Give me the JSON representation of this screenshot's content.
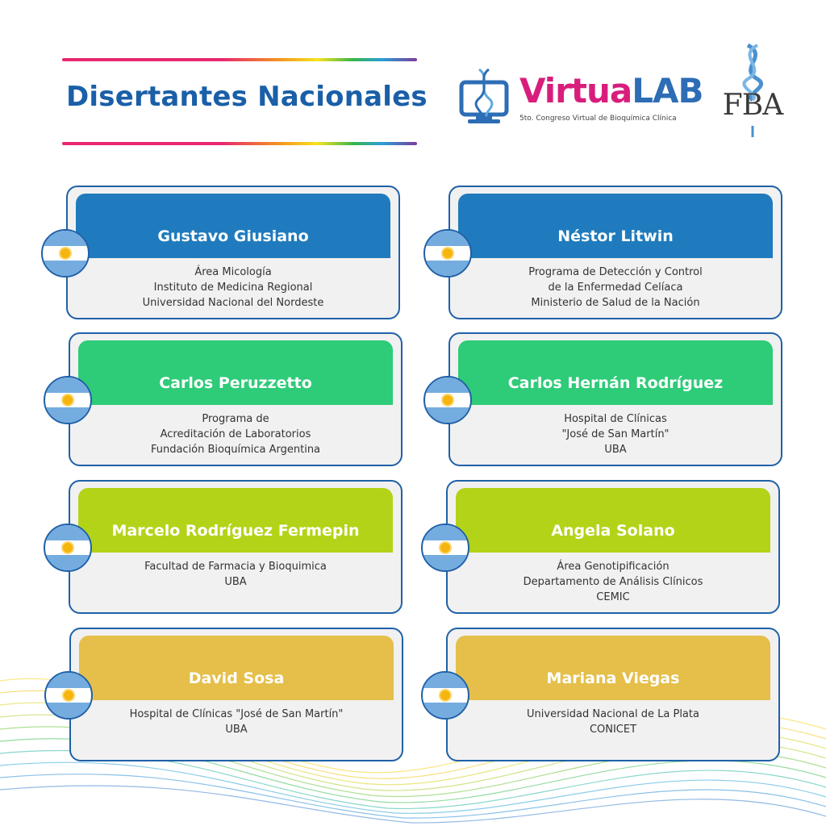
{
  "header": {
    "title": "Disertantes Nacionales",
    "logo": {
      "name_part1": "Virtua",
      "name_part2": "LAB",
      "subtitle": "5to. Congreso Virtual de Bioquímica Clínica"
    },
    "org_logo": "FBA"
  },
  "colors": {
    "blue": "#1f7bbd",
    "green": "#2ecb78",
    "lime": "#b3d318",
    "gold": "#e5bf4a",
    "border": "#1f61a8",
    "title": "#1a5fa8"
  },
  "speakers": [
    {
      "name": "Gustavo Giusiano",
      "lines": [
        "Área Micología",
        "Instituto de Medicina Regional",
        "Universidad Nacional del Nordeste"
      ]
    },
    {
      "name": "Néstor Litwin",
      "lines": [
        "Programa de Detección y Control",
        "de la Enfermedad Celíaca",
        "Ministerio de Salud de la Nación"
      ]
    },
    {
      "name": "Carlos Peruzzetto",
      "lines": [
        "Programa de",
        "Acreditación de Laboratorios",
        "Fundación Bioquímica Argentina"
      ]
    },
    {
      "name": "Carlos Hernán Rodríguez",
      "lines": [
        "Hospital de Clínicas",
        "\"José de San Martín\"",
        "UBA"
      ]
    },
    {
      "name": "Marcelo Rodríguez Fermepin",
      "lines": [
        "Facultad de Farmacia y Bioquimica",
        "UBA"
      ]
    },
    {
      "name": "Angela Solano",
      "lines": [
        "Área Genotipificación",
        "Departamento de Análisis Clínicos",
        "CEMIC"
      ]
    },
    {
      "name": "David Sosa",
      "lines": [
        "Hospital de Clínicas \"José de San Martín\"",
        "UBA"
      ]
    },
    {
      "name": "Mariana Viegas",
      "lines": [
        "Universidad Nacional de La Plata",
        "CONICET"
      ]
    }
  ]
}
